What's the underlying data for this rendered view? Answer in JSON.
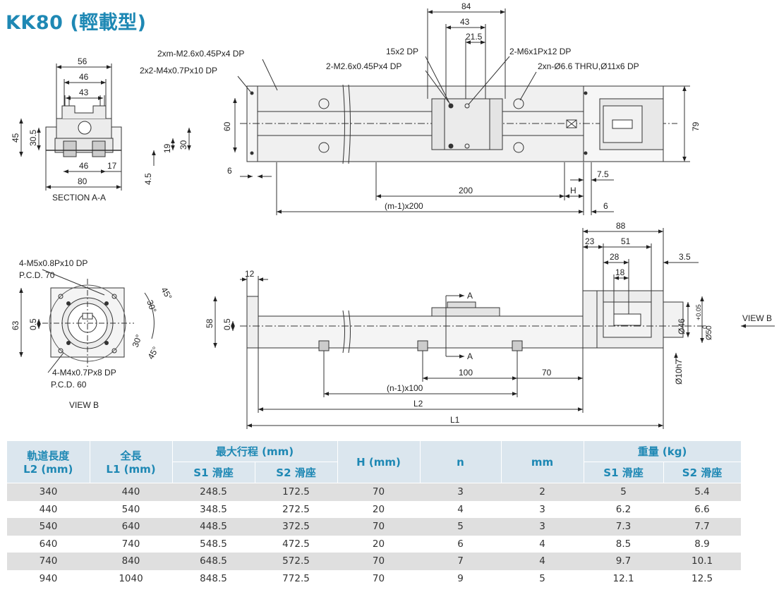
{
  "title": "KK80 (輕載型)",
  "colors": {
    "accent": "#1e88b4",
    "table_header_bg": "#dbe6ee",
    "row_shade": "#dfdfdf"
  },
  "section_a": {
    "caption": "SECTION A-A",
    "dims": [
      "56",
      "46",
      "43",
      "45",
      "30.5",
      "19",
      "30",
      "46",
      "17",
      "80",
      "4.5"
    ]
  },
  "top_view": {
    "callouts": [
      "2xm-M2.6x0.45Px4 DP",
      "2x2-M4x0.7Px10 DP",
      "15x2 DP",
      "2-M2.6x0.45Px4 DP",
      "2-M6x1Px12 DP",
      "2xn-Ø6.6 THRU,Ø11x6 DP"
    ],
    "dims": [
      "84",
      "43",
      "21.5",
      "60",
      "79",
      "6",
      "7.5",
      "200",
      "H",
      "(m-1)x200",
      "6"
    ]
  },
  "view_b": {
    "caption": "VIEW B",
    "callouts": [
      "4-M5x0.8Px10 DP",
      "P.C.D. 70",
      "4-M4x0.7Px8 DP",
      "P.C.D. 60"
    ],
    "dims": [
      "63",
      "0.5",
      "45°",
      "30°",
      "30°",
      "45°"
    ]
  },
  "side_view": {
    "dims": [
      "88",
      "23",
      "51",
      "28",
      "3.5",
      "18",
      "12",
      "58",
      "0.5",
      "Ø46",
      "+0.05",
      "0",
      "Ø50",
      "Ø10h7",
      "100",
      "70",
      "(n-1)x100",
      "L2",
      "L1"
    ],
    "section_markers": [
      "A",
      "A"
    ],
    "view_label": "VIEW B"
  },
  "table": {
    "headers_top": [
      "軌道長度",
      "全長",
      "最大行程 (mm)",
      "H (mm)",
      "n",
      "mm",
      "重量 (kg)"
    ],
    "headers_top_line2": [
      "L2 (mm)",
      "L1 (mm)"
    ],
    "headers_sub": [
      "S1 滑座",
      "S2 滑座",
      "S1 滑座",
      "S2 滑座"
    ],
    "rows": [
      [
        "340",
        "440",
        "248.5",
        "172.5",
        "70",
        "3",
        "2",
        "5",
        "5.4"
      ],
      [
        "440",
        "540",
        "348.5",
        "272.5",
        "20",
        "4",
        "3",
        "6.2",
        "6.6"
      ],
      [
        "540",
        "640",
        "448.5",
        "372.5",
        "70",
        "5",
        "3",
        "7.3",
        "7.7"
      ],
      [
        "640",
        "740",
        "548.5",
        "472.5",
        "20",
        "6",
        "4",
        "8.5",
        "8.9"
      ],
      [
        "740",
        "840",
        "648.5",
        "572.5",
        "70",
        "7",
        "4",
        "9.7",
        "10.1"
      ],
      [
        "940",
        "1040",
        "848.5",
        "772.5",
        "70",
        "9",
        "5",
        "12.1",
        "12.5"
      ]
    ]
  }
}
